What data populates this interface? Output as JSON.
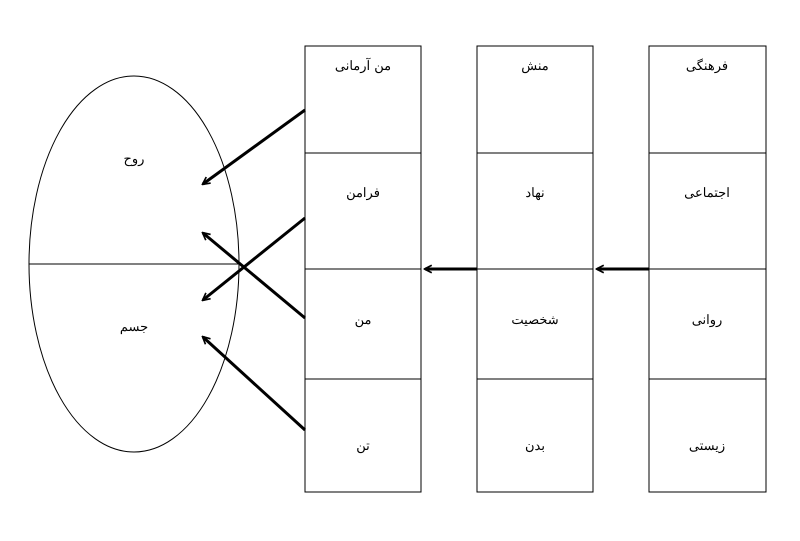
{
  "ellipse": {
    "top_label": "روح",
    "bottom_label": "جسم"
  },
  "columns": [
    {
      "key": "left",
      "cells": [
        "من آرمانی",
        "فرامن",
        "من",
        "تن"
      ]
    },
    {
      "key": "middle",
      "cells": [
        "منش",
        "نهاد",
        "شخصیت",
        "بدن"
      ]
    },
    {
      "key": "right",
      "cells": [
        "فرهنگی",
        "اجتماعی",
        "روانی",
        "زیستی"
      ]
    }
  ],
  "colors": {
    "line": "#000000",
    "background": "#ffffff"
  }
}
